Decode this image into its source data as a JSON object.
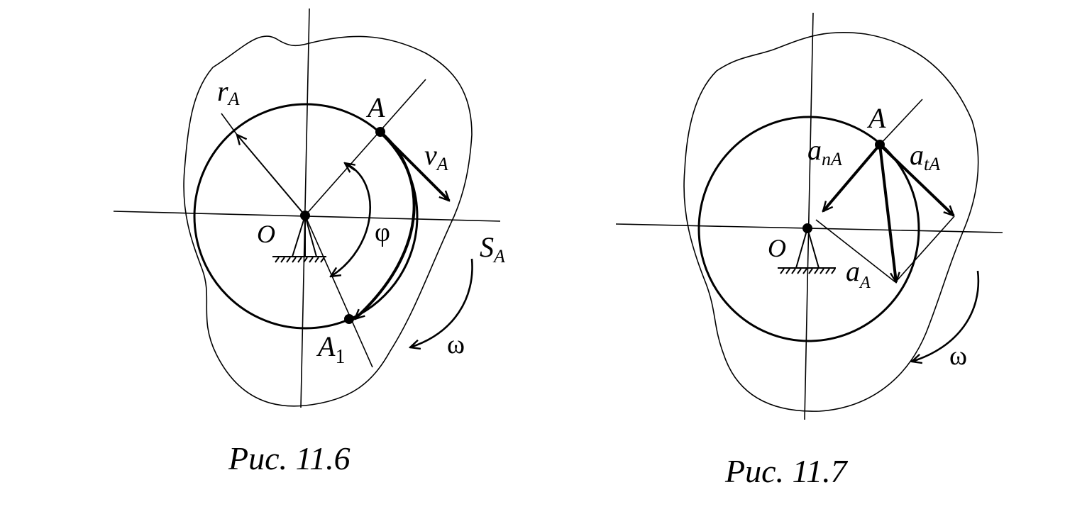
{
  "figure1": {
    "caption": "Рис. 11.6",
    "labels": {
      "radius": "r",
      "radius_sub": "A",
      "point_a": "A",
      "velocity": "v",
      "velocity_sub": "A",
      "center": "O",
      "angle": "φ",
      "path": "S",
      "path_sub": "A",
      "point_a1": "A",
      "point_a1_sub": "1",
      "omega": "ω"
    }
  },
  "figure2": {
    "caption": "Рис. 11.7",
    "labels": {
      "point_a": "A",
      "normal_acc": "a",
      "normal_acc_sub": "nA",
      "tangential_acc": "a",
      "tangential_acc_sub": "tA",
      "center": "O",
      "total_acc": "a",
      "total_acc_sub": "A",
      "omega": "ω"
    }
  }
}
